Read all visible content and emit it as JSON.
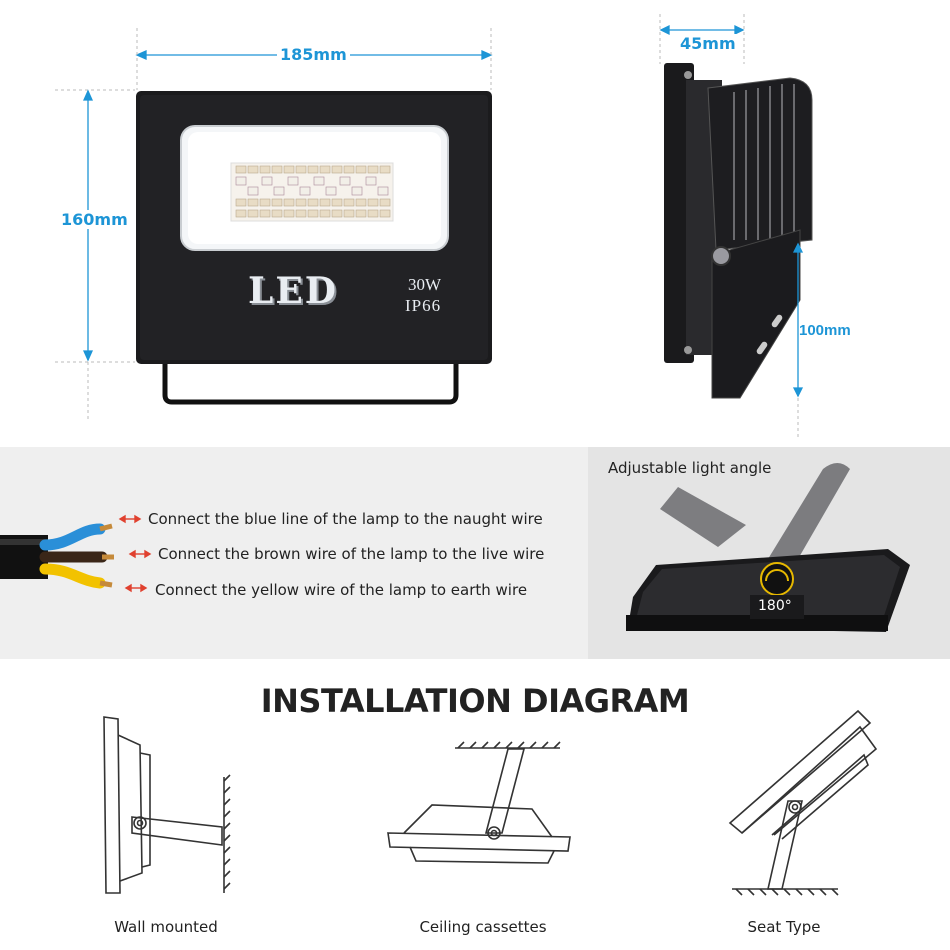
{
  "dimensions": {
    "width": "185mm",
    "height": "160mm",
    "depth": "45mm",
    "bracket": "100mm"
  },
  "lamp": {
    "brand_text": "LED",
    "power": "30W",
    "rating": "IP66"
  },
  "wiring": {
    "blue": "Connect the blue line of the lamp to the naught wire",
    "brown": "Connect the brown wire of the lamp to the live wire",
    "yellow": "Connect the yellow  wire of the lamp to earth wire",
    "colors": {
      "blue": "#2a8fd8",
      "brown": "#5a3a22",
      "yellow": "#f2c200",
      "arrow": "#e0412f"
    }
  },
  "angle": {
    "title": "Adjustable light angle",
    "degrees": "180°"
  },
  "installation": {
    "title": "INSTALLATION DIAGRAM",
    "items": [
      "Wall mounted",
      "Ceiling cassettes",
      "Seat Type"
    ]
  },
  "accent_color": "#1d95d6"
}
